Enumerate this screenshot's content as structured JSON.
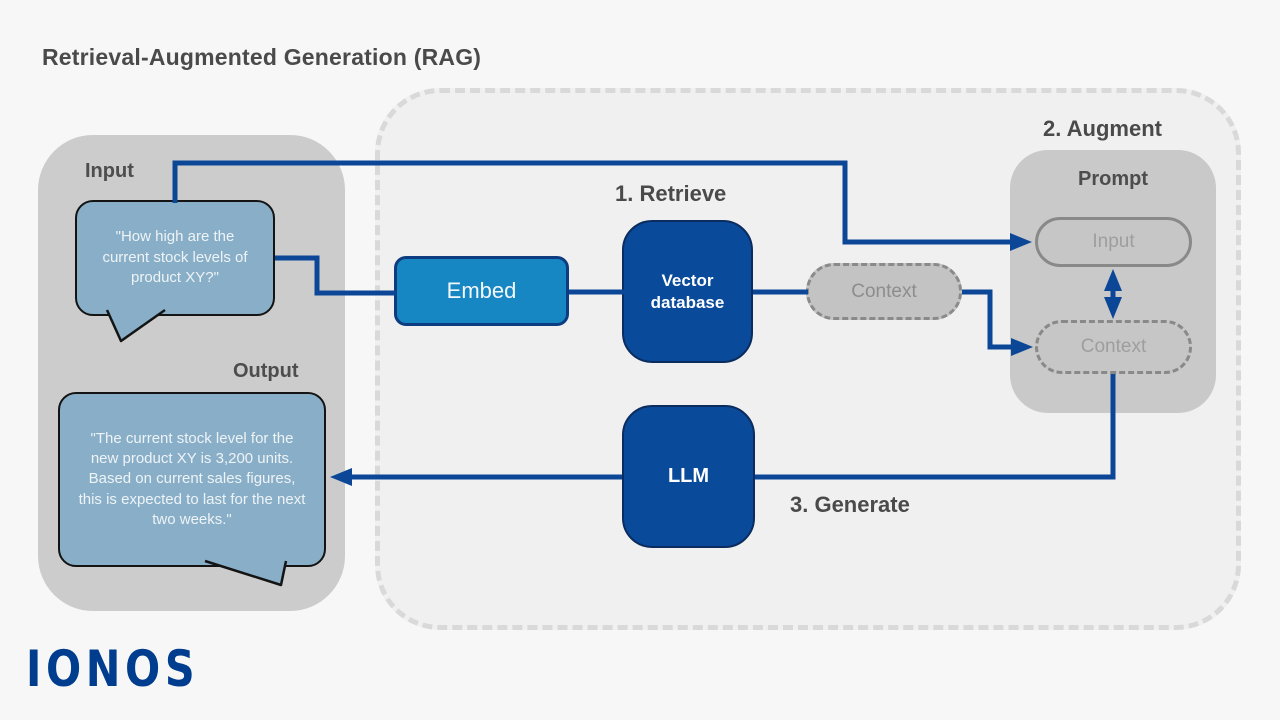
{
  "title": "Retrieval-Augmented Generation (RAG)",
  "colors": {
    "page_background": "#f7f7f7",
    "line_blue": "#0b4796",
    "navy_box": "#0a4a9b",
    "embed_blue": "#1787c3",
    "bubble_blue": "#88afc7",
    "panel_gray": "#cccccc",
    "brand_navy": "#003d8f"
  },
  "input_section": {
    "label": "Input",
    "bubble_text": "\"How high are the current stock levels of product XY?\""
  },
  "output_section": {
    "label": "Output",
    "bubble_text": "\"The current stock level for the new product XY is 3,200 units. Based on current sales figures, this is expected to last for the next two weeks.\""
  },
  "retrieve": {
    "step_label": "1. Retrieve",
    "embed_label": "Embed",
    "vector_db_label": "Vector database",
    "context_label": "Context"
  },
  "augment": {
    "step_label": "2. Augment",
    "prompt_label": "Prompt",
    "input_pill_label": "Input",
    "context_pill_label": "Context"
  },
  "generate": {
    "step_label": "3. Generate",
    "llm_label": "LLM"
  },
  "logo_text": "IONOS"
}
